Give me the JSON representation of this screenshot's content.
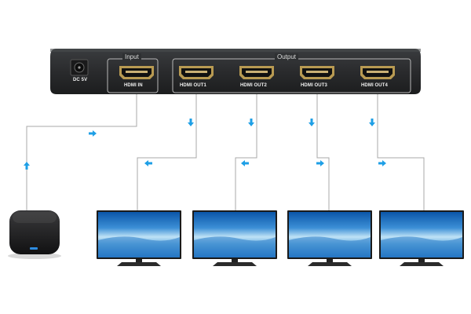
{
  "splitter": {
    "power_label": "DC 5V",
    "input_group": "Input",
    "output_group": "Output",
    "input_port": "HDMI IN",
    "output_ports": [
      "HDMI OUT1",
      "HDMI OUT2",
      "HDMI OUT3",
      "HDMI OUT4"
    ]
  },
  "colors": {
    "cable": "#a8a8a8",
    "arrow": "#1e9fe6",
    "device_body": "#2b2b2d",
    "port_gold": "#b89a52"
  },
  "icons": {
    "source": "media-player-box-icon",
    "display": "tv-monitor-icon",
    "flow": "arrow-icon"
  }
}
